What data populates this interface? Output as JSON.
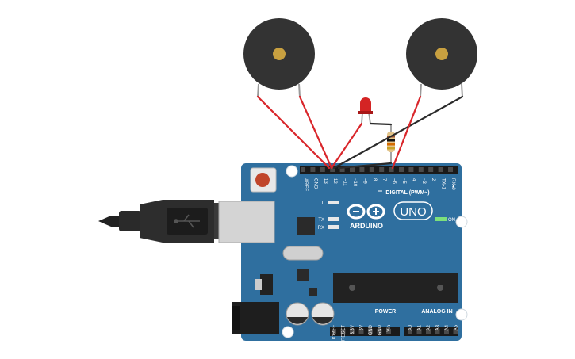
{
  "board": {
    "brand": "ARDUINO",
    "model": "UNO",
    "on_label": "ON",
    "digital_header": "DIGITAL (PWM~)",
    "power_header": "POWER",
    "analog_header": "ANALOG IN",
    "led_l": "L",
    "led_tx": "TX",
    "led_rx": "RX",
    "digital_pins": [
      "AREF",
      "GND",
      "13",
      "12",
      "~11",
      "~10",
      "~9",
      "8",
      "7",
      "~6",
      "~5",
      "4",
      "~3",
      "2",
      "TX▸1",
      "RX◂0"
    ],
    "power_pins": [
      "IOREF",
      "RESET",
      "3.3V",
      "5V",
      "GND",
      "GND",
      "Vin"
    ],
    "analog_pins": [
      "A0",
      "A1",
      "A2",
      "A3",
      "A4",
      "A5"
    ]
  },
  "components": {
    "buzzer_left": "piezo-buzzer",
    "buzzer_right": "piezo-buzzer",
    "led": "red-led",
    "resistor": "resistor"
  },
  "colors": {
    "background": "#ffffff",
    "board": "#2f6f9f",
    "board_dark": "#1f4f76",
    "wire_red": "#d9262b",
    "wire_black": "#2b2b2b",
    "buzzer": "#333333",
    "buzzer_center": "#c8a040",
    "led": "#d42424",
    "usb_plug": "#2a2a2a"
  }
}
